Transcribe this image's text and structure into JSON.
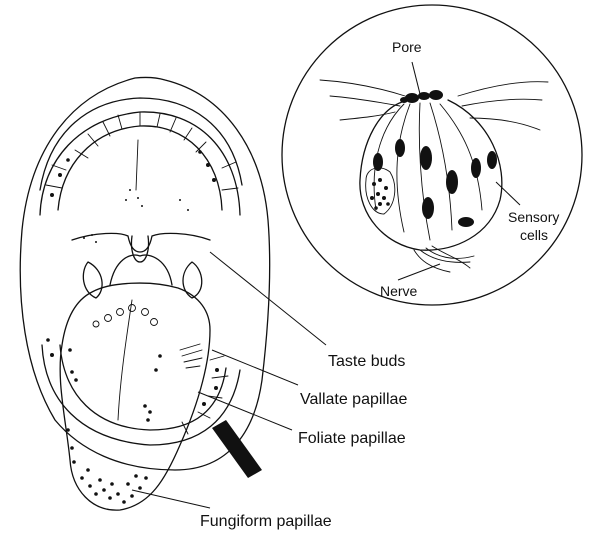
{
  "labels": {
    "pore": "Pore",
    "sensory_line1": "Sensory",
    "sensory_line2": "cells",
    "nerve": "Nerve",
    "taste_buds": "Taste buds",
    "vallate": "Vallate papillae",
    "foliate": "Foliate papillae",
    "fungiform": "Fungiform papillae"
  },
  "colors": {
    "ink": "#111111",
    "background": "#ffffff"
  }
}
